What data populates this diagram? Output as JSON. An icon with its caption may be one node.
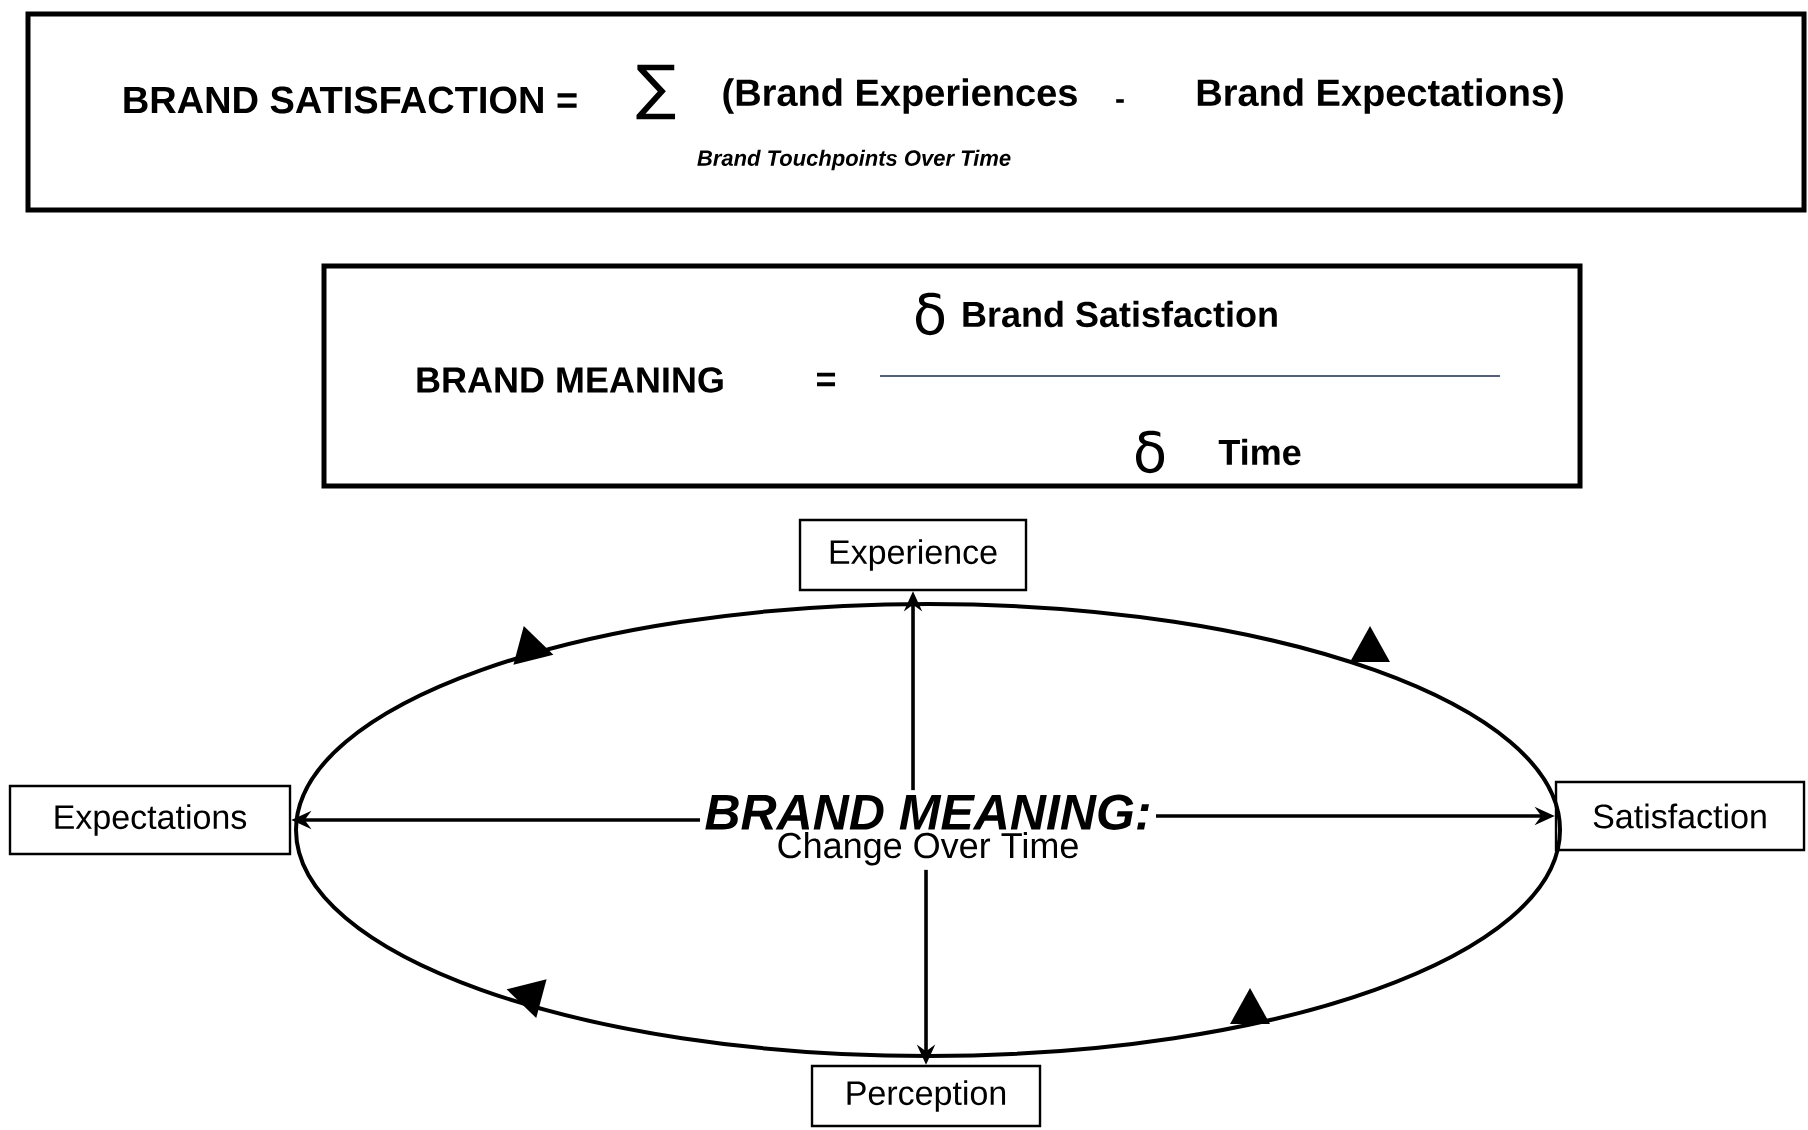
{
  "diagram": {
    "nodes": [
      {
        "text": [
          "BRAND SATISFACTION =",
          "∑",
          "(Brand Experiences",
          "-",
          "Brand Expectations)",
          "Brand Touchpoints Over Time"
        ]
      },
      {
        "text": [
          "BRAND MEANING",
          "=",
          "δ",
          "Brand Satisfaction",
          "δ",
          "Time"
        ]
      },
      {
        "text": [],
        "shape": "ellipse"
      },
      {
        "text": [
          "BRAND MEANING:",
          "Change Over Time"
        ],
        "in": 2
      },
      {
        "text": [
          "Experience"
        ]
      },
      {
        "text": [
          "Expectations"
        ]
      },
      {
        "text": [
          "Satisfaction"
        ]
      },
      {
        "text": [
          "Perception"
        ]
      }
    ],
    "edges": [
      {
        "from": 3,
        "to": 4,
        "arrow": "to"
      },
      {
        "from": 3,
        "to": 5,
        "arrow": "to"
      },
      {
        "from": 3,
        "to": 6,
        "arrow": "to"
      },
      {
        "from": 3,
        "to": 7,
        "arrow": "to"
      }
    ]
  }
}
